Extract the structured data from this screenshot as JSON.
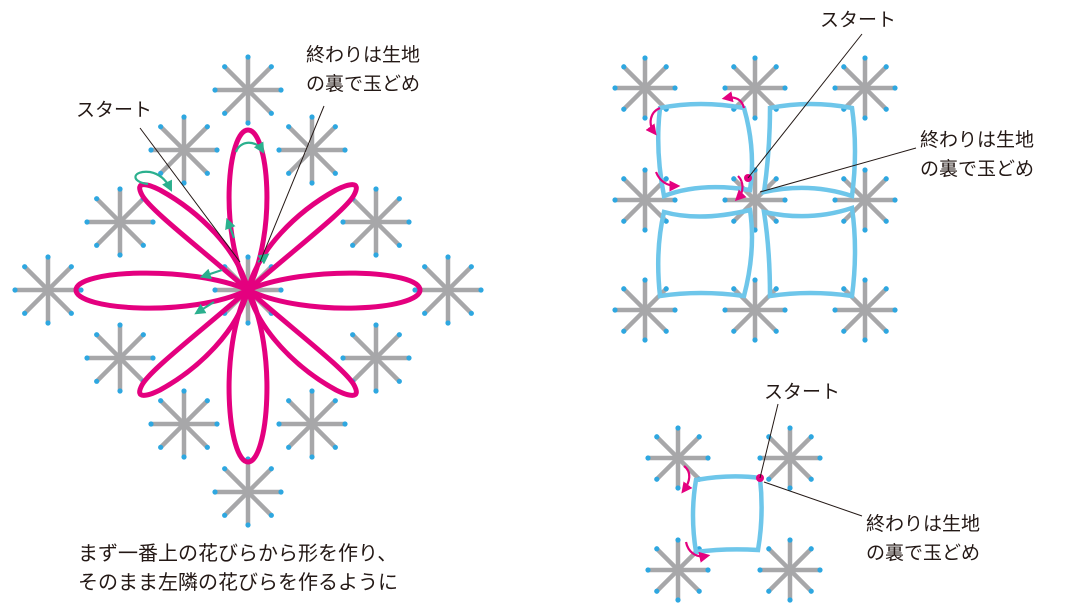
{
  "colors": {
    "star": "#a7a7a9",
    "dot": "#2ea7e0",
    "magenta": "#e4007f",
    "cyan": "#6ec6ea",
    "green": "#2bb08e",
    "text": "#231815"
  },
  "left": {
    "start_label": "スタート",
    "end_label": [
      "終わりは生地",
      "の裏で玉どめ"
    ],
    "caption": [
      "まず一番上の花びらから形を作り、",
      "そのまま左隣の花びらを作るように"
    ]
  },
  "right_top": {
    "start_label": "スタート",
    "end_label": [
      "終わりは生地",
      "の裏で玉どめ"
    ]
  },
  "right_bottom": {
    "start_label": "スタート",
    "end_label": [
      "終わりは生地",
      "の裏で玉どめ"
    ]
  }
}
